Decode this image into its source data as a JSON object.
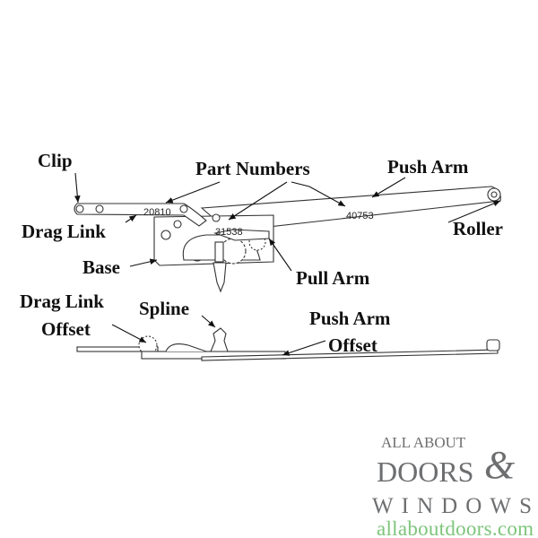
{
  "labels": {
    "clip": "Clip",
    "part_numbers": "Part Numbers",
    "push_arm": "Push Arm",
    "drag_link": "Drag Link",
    "roller": "Roller",
    "base": "Base",
    "pull_arm": "Pull Arm",
    "drag_link_offset_1": "Drag Link",
    "drag_link_offset_2": "Offset",
    "spline": "Spline",
    "push_arm_offset_1": "Push Arm",
    "push_arm_offset_2": "Offset"
  },
  "part_numbers": {
    "drag_link": "20810",
    "push_arm": "40753",
    "pull_arm": "31538"
  },
  "logo": {
    "line1": "ALL ABOUT",
    "line2": "DOORS",
    "ampersand": "&",
    "line3": "WINDOWS",
    "url": "allaboutdoors.com"
  },
  "colors": {
    "logo_gray": "#6d6e70",
    "logo_green": "#7cc57a"
  }
}
